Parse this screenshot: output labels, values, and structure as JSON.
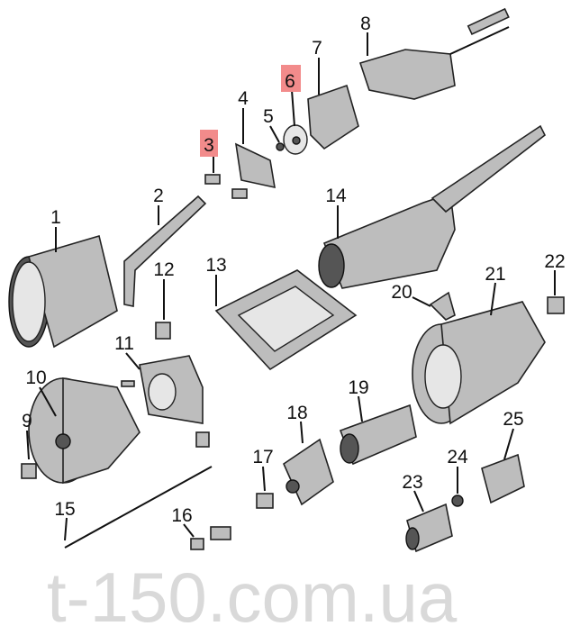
{
  "diagram": {
    "highlight_color": "#f28b8b",
    "highlighted": [
      "3",
      "6"
    ],
    "labels": [
      "1",
      "2",
      "3",
      "4",
      "5",
      "6",
      "7",
      "8",
      "9",
      "10",
      "11",
      "12",
      "13",
      "14",
      "15",
      "16",
      "17",
      "18",
      "19",
      "20",
      "21",
      "22",
      "23",
      "24",
      "25"
    ],
    "watermark": "t-150.com.ua"
  }
}
